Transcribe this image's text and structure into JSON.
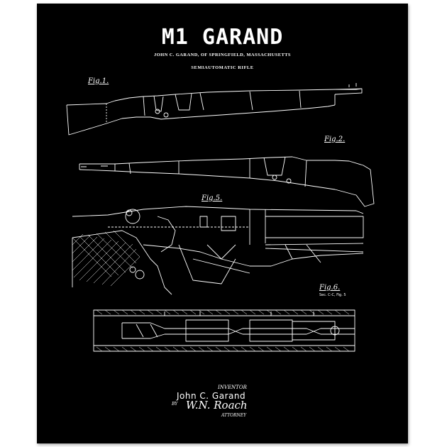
{
  "poster": {
    "title": "M1 GARAND",
    "inventor_line": "JOHN C. GARAND, OF SPRINGFIELD, MASSACHUSETTS",
    "subject": "SEMIAUTOMATIC RIFLE",
    "figures": {
      "fig1": "Fig.1.",
      "fig2": "Fig.2.",
      "fig5": "Fig.5.",
      "fig6": "Fig.6.",
      "section_note": "Sec. C-C, Fig. 5"
    },
    "inventor_label": "INVENTOR",
    "inventor_name": "John C. Garand",
    "by_label": "BY",
    "signature": "W.N. Roach",
    "attorney_label": "ATTORNEY"
  },
  "colors": {
    "background": "#ffffff",
    "poster": "#000000",
    "ink": "#ffffff"
  }
}
